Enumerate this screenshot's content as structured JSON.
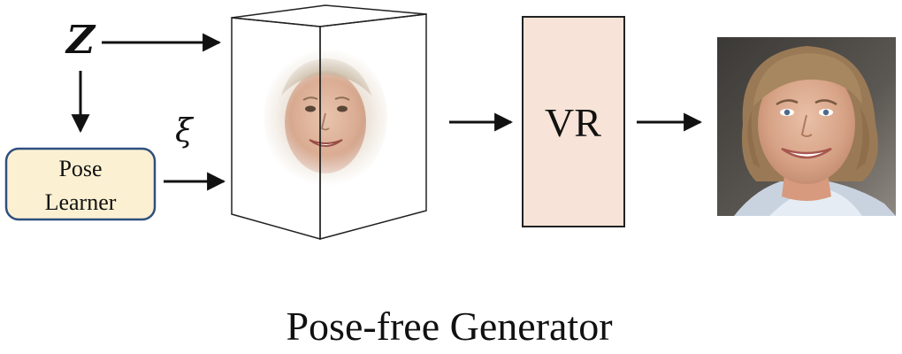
{
  "diagram": {
    "latent_label": "Z",
    "pose_symbol": "ξ",
    "pose_learner": {
      "line1": "Pose",
      "line2": "Learner",
      "fill": "#fbf1d2",
      "stroke": "#2f4f7f"
    },
    "renderer": {
      "label": "VR",
      "fill": "#f7e3d7",
      "stroke": "#222222"
    },
    "caption": "Pose-free Generator"
  }
}
